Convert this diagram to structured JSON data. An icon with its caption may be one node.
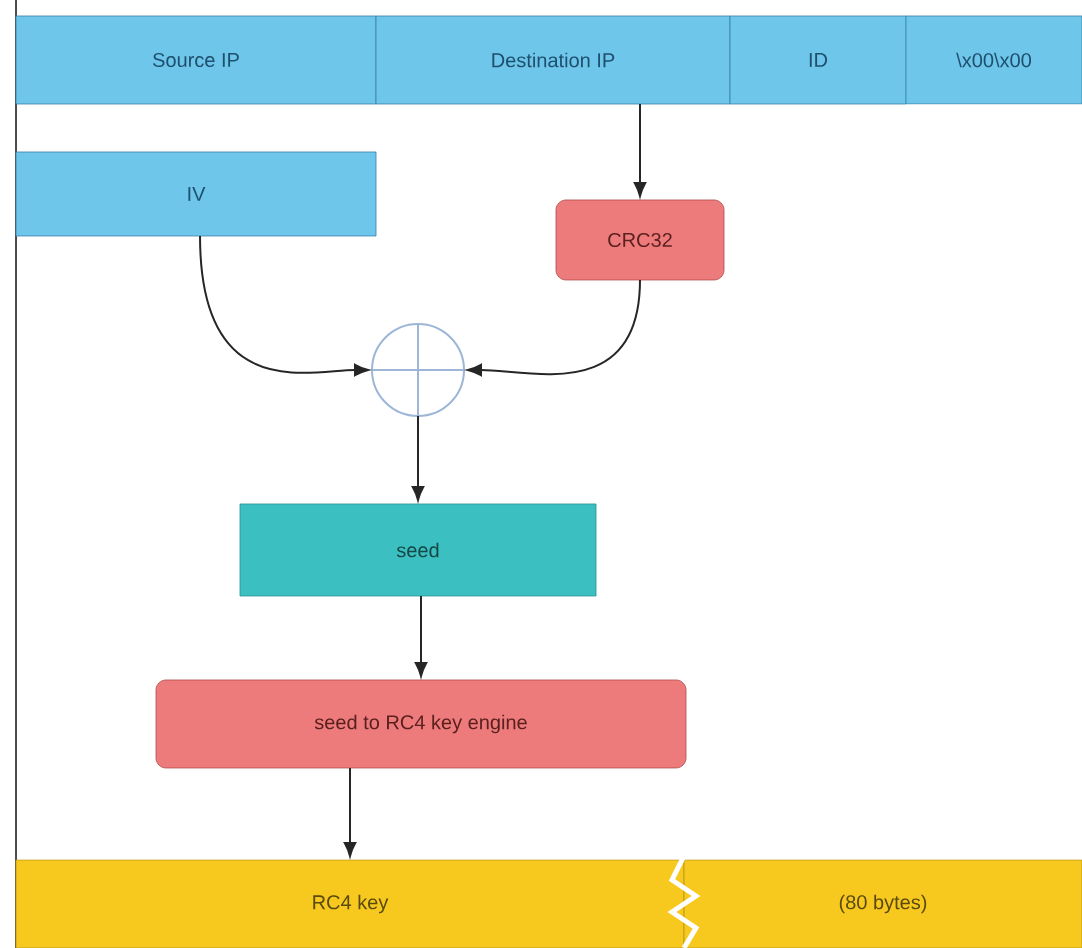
{
  "diagram": {
    "nodes": [
      {
        "text": [
          "Source IP"
        ]
      },
      {
        "text": [
          "Destination IP"
        ]
      },
      {
        "text": [
          "ID"
        ]
      },
      {
        "text": [
          "\\x00\\x00"
        ]
      },
      {
        "text": [
          "IV"
        ]
      },
      {
        "text": [
          "CRC32"
        ]
      },
      {
        "text": [],
        "shape": "circle"
      },
      {
        "text": [
          "seed"
        ]
      },
      {
        "text": [
          "seed to RC4 key engine"
        ]
      },
      {
        "text": [
          "RC4 key"
        ]
      },
      {
        "text": [
          "(80 bytes)"
        ]
      }
    ],
    "edges": [
      {
        "from": 1,
        "to": 5,
        "arrow": "to"
      },
      {
        "from": 4,
        "to": 6,
        "arrow": "to"
      },
      {
        "from": 5,
        "to": 6,
        "arrow": "to"
      },
      {
        "from": 6,
        "to": 7,
        "arrow": "to"
      },
      {
        "from": 7,
        "to": 8,
        "arrow": "to"
      },
      {
        "from": 8,
        "to": 9,
        "arrow": "to"
      }
    ]
  }
}
